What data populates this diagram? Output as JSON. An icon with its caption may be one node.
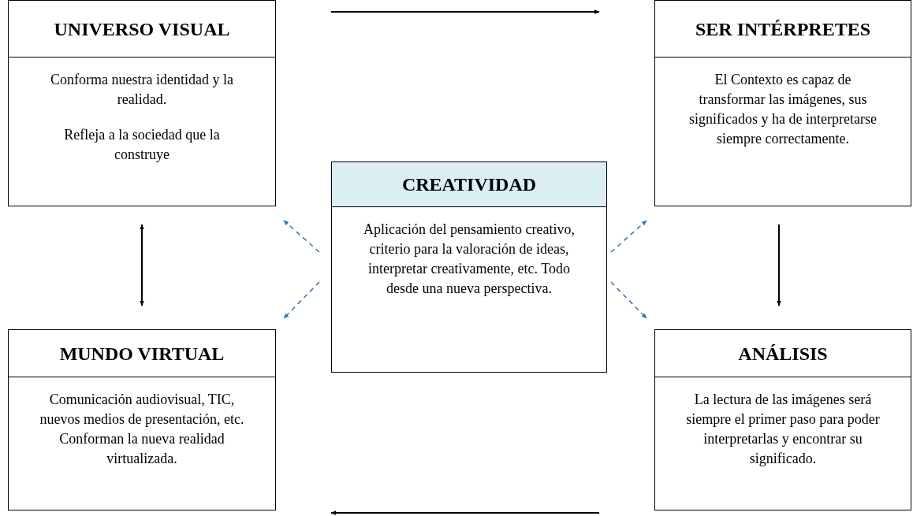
{
  "diagram": {
    "nodes": [
      {
        "text": [
          "UNIVERSO VISUAL",
          "Conforma nuestra identidad y la realidad.",
          "Refleja a la sociedad que la construye"
        ]
      },
      {
        "text": [
          "SER INTÉRPRETES",
          "El Contexto es capaz de transformar las imágenes, sus significados y ha de interpretarse siempre correctamente."
        ]
      },
      {
        "text": [
          "CREATIVIDAD",
          "Aplicación del pensamiento creativo, criterio para la valoración de ideas, interpretar creativamente, etc. Todo desde una nueva perspectiva."
        ]
      },
      {
        "text": [
          "MUNDO VIRTUAL",
          "Comunicación audiovisual, TIC, nuevos medios de presentación, etc. Conforman la nueva realidad virtualizada."
        ]
      },
      {
        "text": [
          "ANÁLISIS",
          "La lectura de las imágenes será siempre el primer paso para poder interpretarlas y encontrar su significado."
        ]
      }
    ],
    "edges": [
      {
        "from": 0,
        "to": 1,
        "arrow": "to"
      },
      {
        "from": 0,
        "to": 3,
        "arrow": "both"
      },
      {
        "from": 1,
        "to": 4,
        "arrow": "to"
      },
      {
        "from": 4,
        "to": 3,
        "arrow": "to"
      },
      {
        "from": 2,
        "to": 0,
        "arrow": "to",
        "style": "dashed",
        "color": "#2e75b6"
      },
      {
        "from": 2,
        "to": 1,
        "arrow": "to",
        "style": "dashed",
        "color": "#2e75b6"
      },
      {
        "from": 2,
        "to": 3,
        "arrow": "to",
        "style": "dashed",
        "color": "#2e75b6"
      },
      {
        "from": 2,
        "to": 4,
        "arrow": "to",
        "style": "dashed",
        "color": "#2e75b6"
      }
    ]
  }
}
